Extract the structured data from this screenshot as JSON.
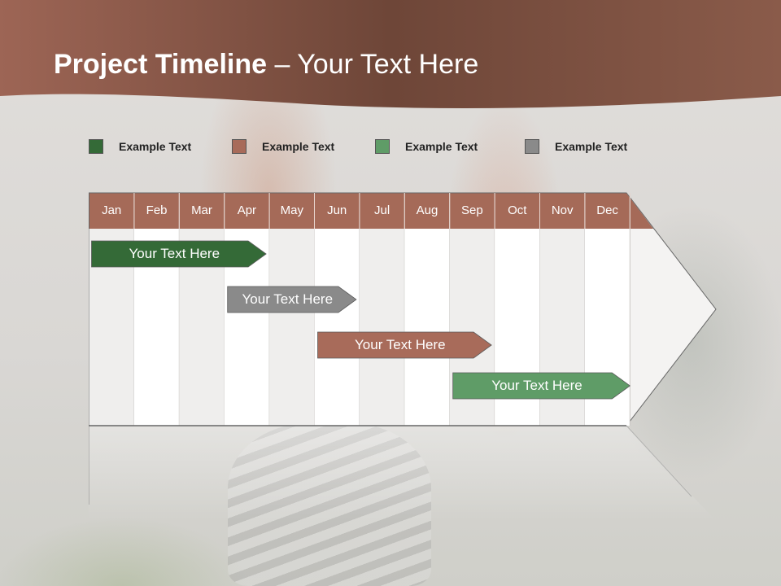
{
  "slide": {
    "title_bold": "Project Timeline",
    "title_rest": " – Your Text Here"
  },
  "legend": [
    {
      "label": "Example Text",
      "color": "#346a37"
    },
    {
      "label": "Example Text",
      "color": "#a86b5a"
    },
    {
      "label": "Example Text",
      "color": "#5f9c67"
    },
    {
      "label": "Example Text",
      "color": "#8a8a8a"
    }
  ],
  "months": [
    "Jan",
    "Feb",
    "Mar",
    "Apr",
    "May",
    "Jun",
    "Jul",
    "Aug",
    "Sep",
    "Oct",
    "Nov",
    "Dec"
  ],
  "tasks": [
    {
      "label": "Your  Text Here",
      "color": "#346a37",
      "start_month": "Jan",
      "end_month": "Apr"
    },
    {
      "label": "Your  Text Here",
      "color": "#8a8a8a",
      "start_month": "Apr",
      "end_month": "Jun"
    },
    {
      "label": "Your  Text Here",
      "color": "#a86b5a",
      "start_month": "Jun",
      "end_month": "Sep"
    },
    {
      "label": "Your  Text Here",
      "color": "#5f9c67",
      "start_month": "Sep",
      "end_month": "Dec"
    }
  ],
  "colors": {
    "header_band": "#8c5a48",
    "month_header": "#a56a58"
  }
}
